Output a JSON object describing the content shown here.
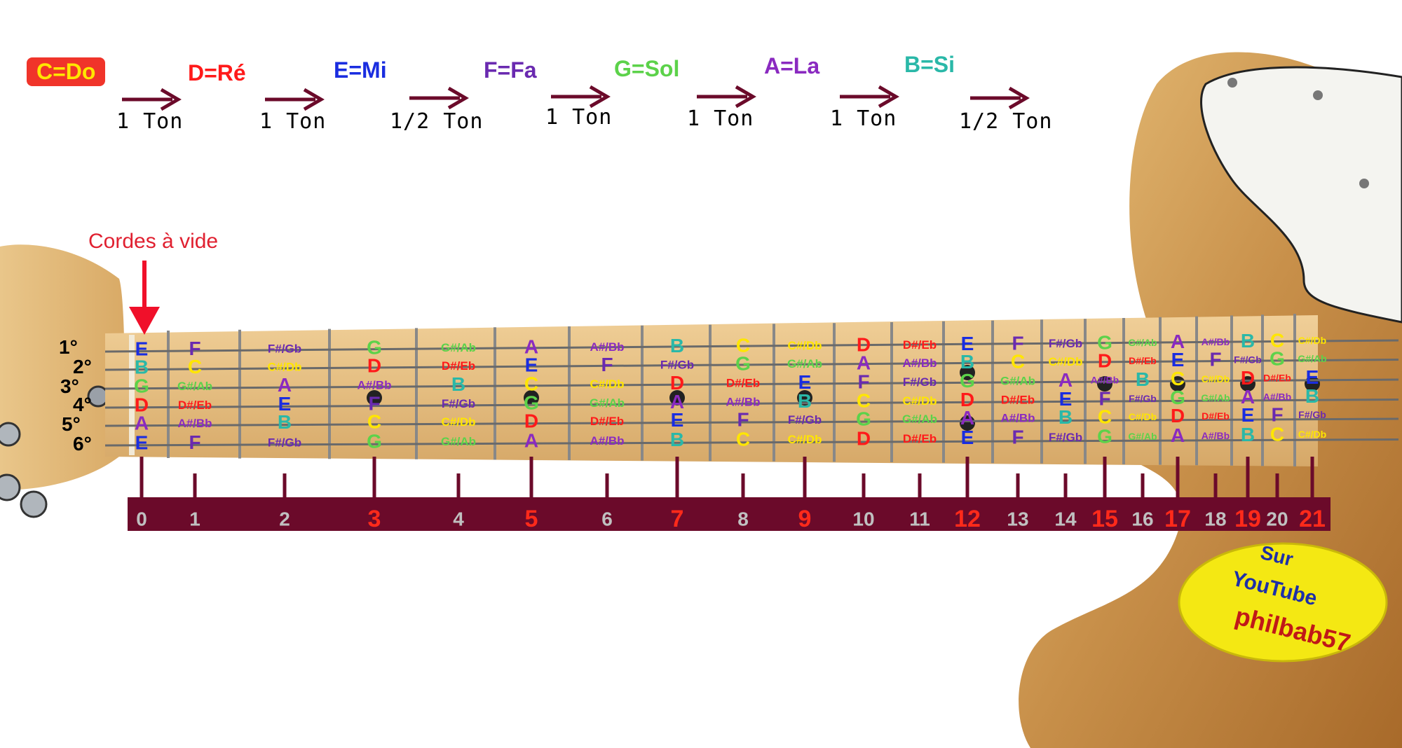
{
  "header": {
    "notes": [
      {
        "label": "C=Do",
        "color": "#ffe600"
      },
      {
        "label": "D=Ré",
        "color": "#ff1a1a"
      },
      {
        "label": "E=Mi",
        "color": "#1a2de0"
      },
      {
        "label": "F=Fa",
        "color": "#6a2ab0"
      },
      {
        "label": "G=Sol",
        "color": "#5cd24a"
      },
      {
        "label": "A=La",
        "color": "#8a2ac0"
      },
      {
        "label": "B=Si",
        "color": "#2ab8a8"
      }
    ],
    "intervals": [
      "1 Ton",
      "1 Ton",
      "1/2 Ton",
      "1 Ton",
      "1 Ton",
      "1 Ton",
      "1/2 Ton"
    ],
    "arrow_color": "#6b0a2a"
  },
  "open_strings_label": "Cordes à vide",
  "string_labels": [
    "1°",
    "2°",
    "3°",
    "4°",
    "5°",
    "6°"
  ],
  "fretboard": {
    "frets": [
      "0",
      "1",
      "2",
      "3",
      "4",
      "5",
      "6",
      "7",
      "8",
      "9",
      "10",
      "11",
      "12",
      "13",
      "14",
      "15",
      "16",
      "17",
      "18",
      "19",
      "20",
      "21"
    ],
    "highlighted_frets": [
      "3",
      "5",
      "7",
      "9",
      "12",
      "15",
      "17",
      "19",
      "21"
    ],
    "strings_notes": [
      [
        "E",
        "F",
        "F#/Gb",
        "G",
        "G#/Ab",
        "A",
        "A#/Bb",
        "B",
        "C",
        "C#/Db",
        "D",
        "D#/Eb",
        "E",
        "F",
        "F#/Gb",
        "G",
        "G#/Ab",
        "A",
        "A#/Bb",
        "B",
        "C",
        "C#/Db"
      ],
      [
        "B",
        "C",
        "C#/Db",
        "D",
        "D#/Eb",
        "E",
        "F",
        "F#/Gb",
        "G",
        "G#/Ab",
        "A",
        "A#/Bb",
        "B",
        "C",
        "C#/Db",
        "D",
        "D#/Eb",
        "E",
        "F",
        "F#/Gb",
        "G",
        "G#/Ab"
      ],
      [
        "G",
        "G#/Ab",
        "A",
        "A#/Bb",
        "B",
        "C",
        "C#/Db",
        "D",
        "D#/Eb",
        "E",
        "F",
        "F#/Gb",
        "G",
        "G#/Ab",
        "A",
        "A#/Bb",
        "B",
        "C",
        "C#/Db",
        "D",
        "D#/Eb",
        "E"
      ],
      [
        "D",
        "D#/Eb",
        "E",
        "F",
        "F#/Gb",
        "G",
        "G#/Ab",
        "A",
        "A#/Bb",
        "B",
        "C",
        "C#/Db",
        "D",
        "D#/Eb",
        "E",
        "F",
        "F#/Gb",
        "G",
        "G#/Ab",
        "A",
        "A#/Bb",
        "B"
      ],
      [
        "A",
        "A#/Bb",
        "B",
        "C",
        "C#/Db",
        "D",
        "D#/Eb",
        "E",
        "F",
        "F#/Gb",
        "G",
        "G#/Ab",
        "A",
        "A#/Bb",
        "B",
        "C",
        "C#/Db",
        "D",
        "D#/Eb",
        "E",
        "F",
        "F#/Gb"
      ],
      [
        "E",
        "F",
        "F#/Gb",
        "G",
        "G#/Ab",
        "A",
        "A#/Bb",
        "B",
        "C",
        "C#/Db",
        "D",
        "D#/Eb",
        "E",
        "F",
        "F#/Gb",
        "G",
        "G#/Ab",
        "A",
        "A#/Bb",
        "B",
        "C",
        "C#/Db"
      ]
    ],
    "note_colors": {
      "C": "#ffe600",
      "D": "#ff1a1a",
      "E": "#1a2de0",
      "F": "#6a2ab0",
      "G": "#5cd24a",
      "A": "#8a2ac0",
      "B": "#2ab8a8"
    },
    "scale_bar_color": "#6b0a2a",
    "fret_num_color": "#c0c0c0",
    "fret_num_highlight_color": "#ff2a1a"
  },
  "badge": {
    "line1": "Sur",
    "line2": "YouTube",
    "line3": "philbab57",
    "fill": "#f4e813"
  }
}
